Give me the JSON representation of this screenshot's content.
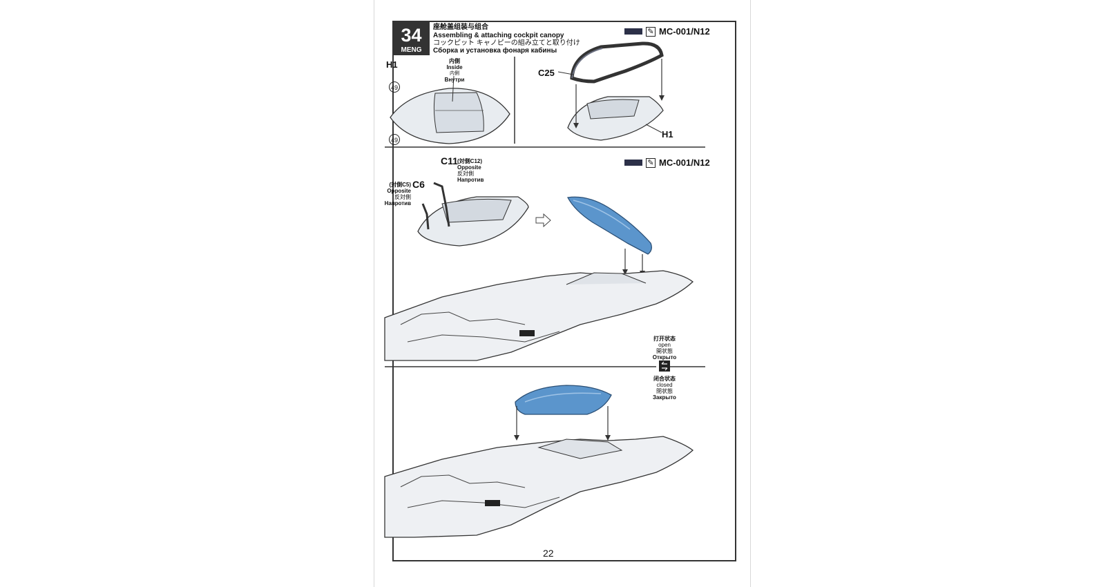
{
  "step": {
    "number": "34",
    "brand": "MENG"
  },
  "title": {
    "zh": "座舱盖组装与组合",
    "en": "Assembling & attaching cockpit canopy",
    "ja": "コックピット キャノピーの組み立てと取り付け",
    "ru": "Сборка и установка фонаря кабины"
  },
  "paint_ref": {
    "code": "MC-001/N12",
    "brush_icon": "brush-icon",
    "chip_color": "#2c3048"
  },
  "panel1": {
    "part_h1": "H1",
    "inside": {
      "zh": "内側",
      "en": "Inside",
      "ja": "内側",
      "ru": "Внутри"
    },
    "marker": "49",
    "part_c25": "C25"
  },
  "panel2": {
    "c11": "C11",
    "c11_note": {
      "ref": "(対側C12)",
      "en": "Opposite",
      "ja": "反対側",
      "ru": "Напротив"
    },
    "c6": "C6",
    "c6_note": {
      "ref": "(対側C5)",
      "en": "Opposite",
      "ja": "反対側",
      "ru": "Напротив"
    },
    "open": {
      "zh": "打开状态",
      "en": "open",
      "ja": "開状態",
      "ru": "Открыто"
    },
    "closed": {
      "zh": "闭合状态",
      "en": "closed",
      "ja": "閉状態",
      "ru": "Закрыто"
    },
    "swap_icon": "swap-arrows-icon",
    "canopy_color": "#5b95cc"
  },
  "page_number": "22"
}
